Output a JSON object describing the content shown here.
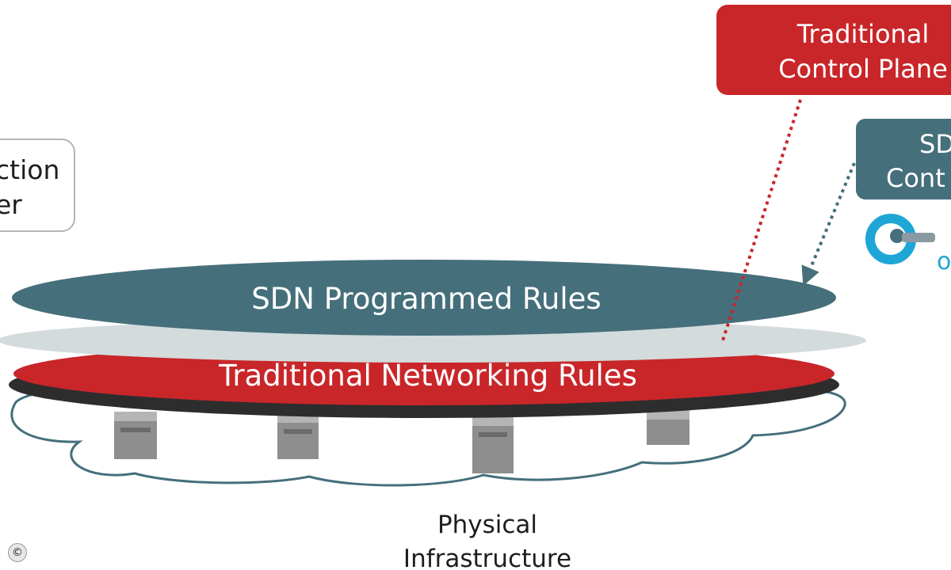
{
  "action_box": {
    "lines": [
      "ction",
      "er"
    ]
  },
  "traditional_box": {
    "lines": [
      "Traditional",
      "Control Plane"
    ]
  },
  "sdn_box": {
    "lines": [
      "SD",
      "Cont"
    ]
  },
  "logo": {
    "text": "o"
  },
  "sdn_disc": {
    "label": "SDN Programmed Rules"
  },
  "traditional_disc": {
    "label": "Traditional Networking Rules"
  },
  "infrastructure": {
    "lines": [
      "Physical",
      "Infrastructure"
    ]
  },
  "copyright": {
    "symbol": "©"
  },
  "colors": {
    "sdn_teal": "#456f7b",
    "traditional_red": "#c9262a",
    "white": "#ffffff"
  }
}
